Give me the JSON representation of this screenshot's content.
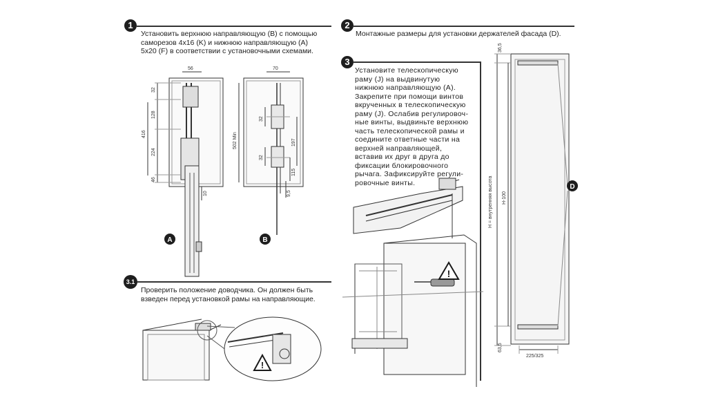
{
  "steps": {
    "step1": {
      "badge": "1",
      "text": "Установить верхнюю направляющую (B) с помощью\nсаморезов 4x16 (K) и нижнюю направляющую (A)\n5x20 (F) в соответствии с установочными схемами."
    },
    "step2": {
      "badge": "2",
      "text": "Монтажные размеры для установки держателей фасада (D)."
    },
    "step3": {
      "badge": "3",
      "text": "Установите телескопическую\nраму (J) на выдвинутую\nнижнюю направляющую (A).\nЗакрепите при помощи винтов\nвкрученных в телескопическую\nраму (J). Ослабив регулировоч-\nные винты, выдвиньте верхнюю\nчасть телескопической рамы и\nсоедините ответные части на\nверхней направляющей,\nвставив их друг в друга до\nфиксации блокировочного\nрычага. Зафиксируйте регули-\nровочные винты."
    },
    "step31": {
      "badge": "3.1",
      "text": "Проверить положение доводчика. Он должен быть\nвзведен перед установкой рамы на направляющие."
    }
  },
  "diagram_a": {
    "label": "A",
    "dims": {
      "top_width": "56",
      "d32": "32",
      "d128": "128",
      "d416": "416",
      "d224": "224",
      "d46": "46",
      "d10": "10"
    }
  },
  "diagram_b": {
    "label": "B",
    "dims": {
      "top_width": "70",
      "height_min": "502 Min",
      "d32a": "32",
      "d32b": "32",
      "d197": "197",
      "d115": "115",
      "d9_5": "9,5"
    }
  },
  "diagram_d": {
    "label": "D",
    "dims": {
      "top_offset": "36,5",
      "bottom_offset": "63,5",
      "width": "225/325",
      "h_minus": "H-100",
      "h_caption": "H = внутренняя высота"
    }
  },
  "icons": {
    "warning": "warning-triangle-icon"
  }
}
